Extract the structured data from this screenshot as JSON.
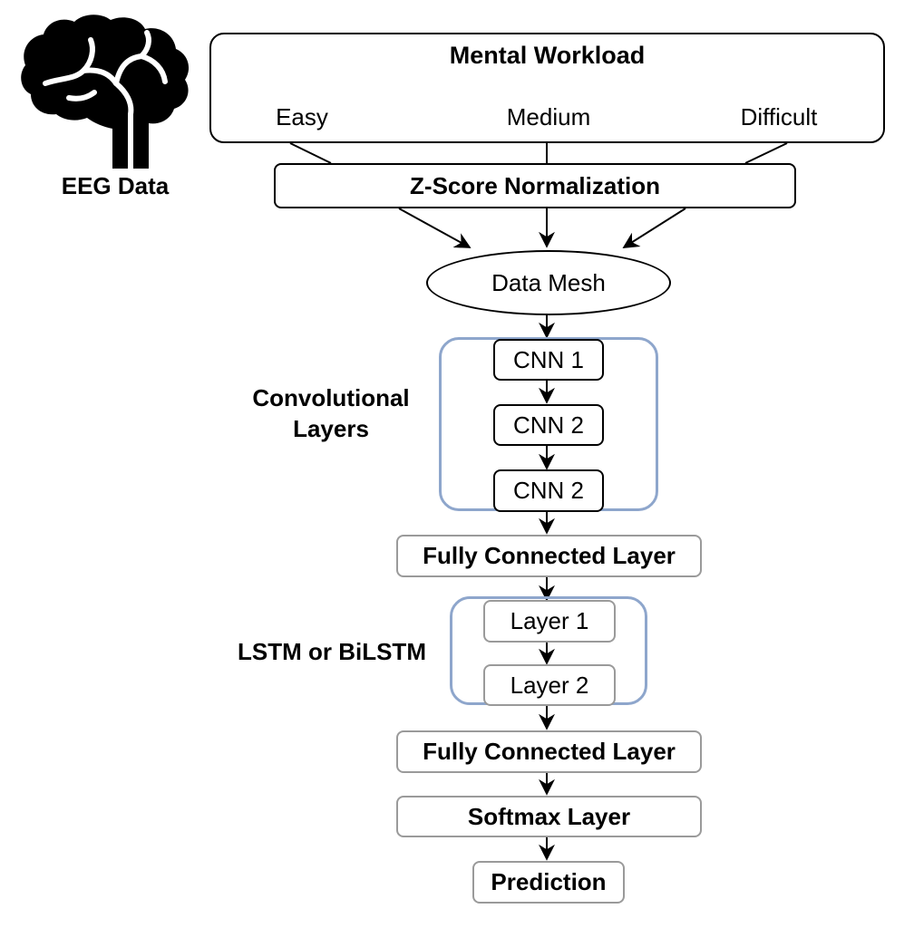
{
  "eeg": {
    "icon": "brain-icon",
    "label": "EEG Data"
  },
  "workload": {
    "title": "Mental Workload",
    "levels": [
      "Easy",
      "Medium",
      "Difficult"
    ]
  },
  "normalization": "Z-Score Normalization",
  "data_mesh": "Data Mesh",
  "convolutional": {
    "label_line1": "Convolutional",
    "label_line2": "Layers",
    "layers": [
      "CNN 1",
      "CNN 2",
      "CNN 2"
    ]
  },
  "fc1": "Fully Connected Layer",
  "lstm": {
    "label": "LSTM or BiLSTM",
    "layers": [
      "Layer 1",
      "Layer 2"
    ]
  },
  "fc2": "Fully Connected Layer",
  "softmax": "Softmax Layer",
  "prediction": "Prediction",
  "colors": {
    "group_border": "#8ea6cc",
    "grey_border": "#9a9a9a",
    "line": "#000000"
  }
}
